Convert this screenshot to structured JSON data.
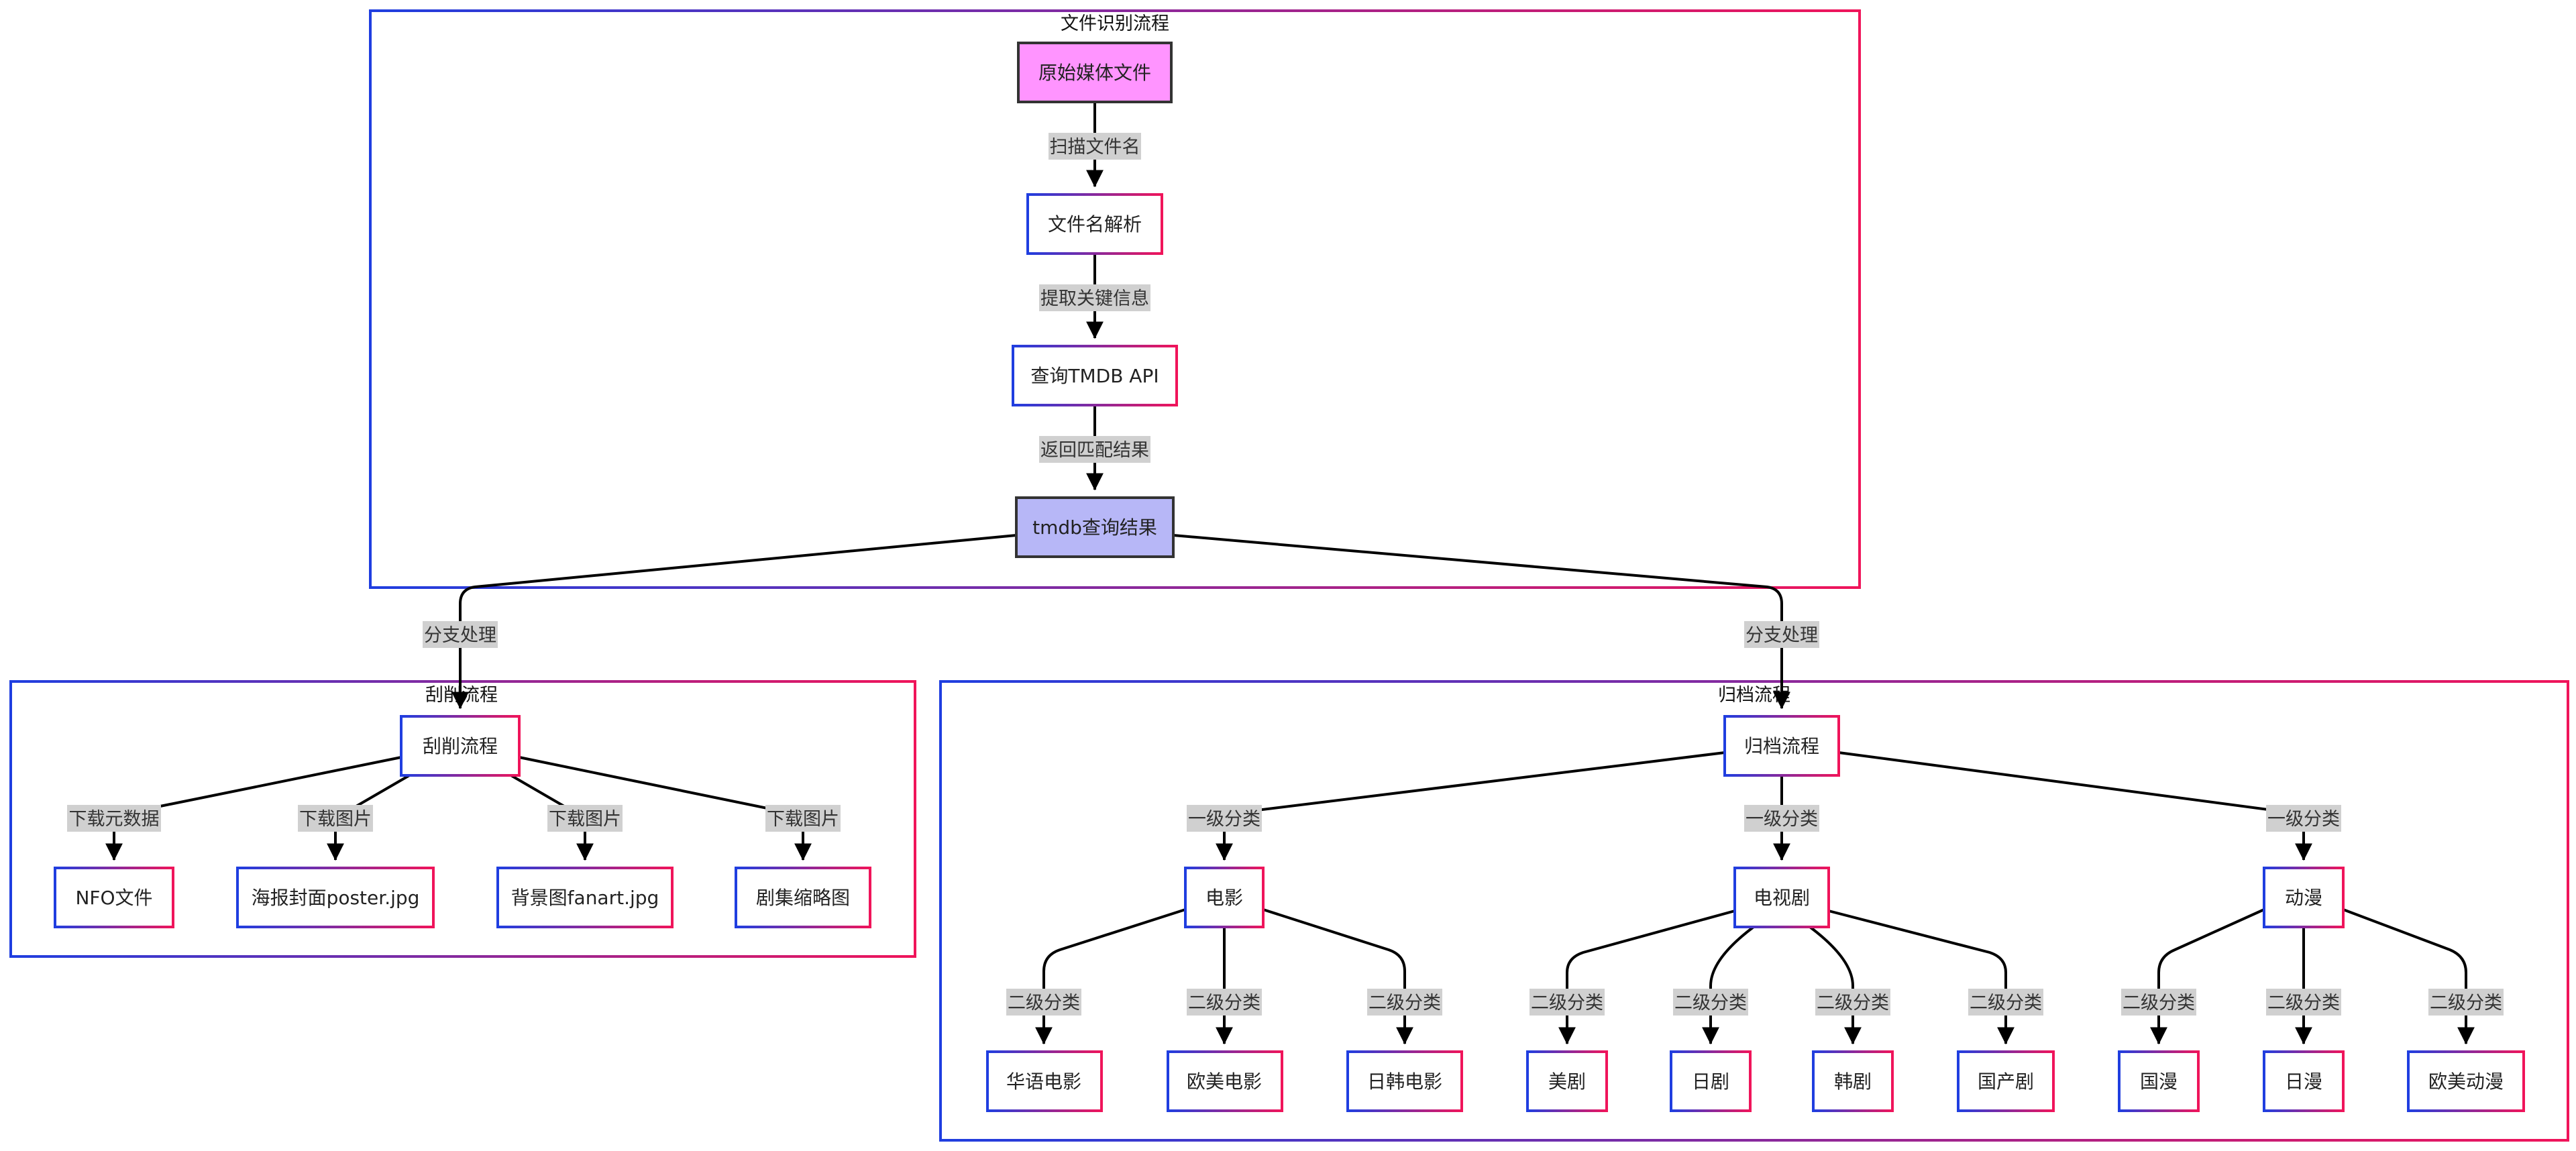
{
  "colors": {
    "cluster_gradient_start": "#1f3ee0",
    "cluster_gradient_end": "#f0145a",
    "node_source_fill": "#ff94ff",
    "node_result_fill": "#b7b7f7",
    "node_default_fill": "#ffffff",
    "edge_label_bg": "#d0d0d0",
    "edge_stroke": "#000000"
  },
  "clusters": {
    "recognition": {
      "title": "文件识别流程"
    },
    "scrape": {
      "title": "刮削流程"
    },
    "archive": {
      "title": "归档流程"
    }
  },
  "nodes": {
    "source_media": "原始媒体文件",
    "filename_parse": "文件名解析",
    "tmdb_query": "查询TMDB API",
    "tmdb_result": "tmdb查询结果",
    "scrape_flow": "刮削流程",
    "nfo_file": "NFO文件",
    "poster": "海报封面poster.jpg",
    "fanart": "背景图fanart.jpg",
    "episode_thumb": "剧集缩略图",
    "archive_flow": "归档流程",
    "movie": "电影",
    "tv": "电视剧",
    "anime": "动漫",
    "chinese_movie": "华语电影",
    "western_movie": "欧美电影",
    "jp_kr_movie": "日韩电影",
    "us_drama": "美剧",
    "jp_drama": "日剧",
    "kr_drama": "韩剧",
    "cn_drama": "国产剧",
    "cn_anime": "国漫",
    "jp_anime": "日漫",
    "western_anime": "欧美动漫"
  },
  "edge_labels": {
    "scan_filename": "扫描文件名",
    "extract_key_info": "提取关键信息",
    "return_match": "返回匹配结果",
    "branch_left": "分支处理",
    "branch_right": "分支处理",
    "dl_metadata": "下载元数据",
    "dl_image_1": "下载图片",
    "dl_image_2": "下载图片",
    "dl_image_3": "下载图片",
    "level1_movie": "一级分类",
    "level1_tv": "一级分类",
    "level1_anime": "一级分类",
    "level2_1": "二级分类",
    "level2_2": "二级分类",
    "level2_3": "二级分类",
    "level2_4": "二级分类",
    "level2_5": "二级分类",
    "level2_6": "二级分类",
    "level2_7": "二级分类",
    "level2_8": "二级分类",
    "level2_9": "二级分类",
    "level2_10": "二级分类"
  }
}
